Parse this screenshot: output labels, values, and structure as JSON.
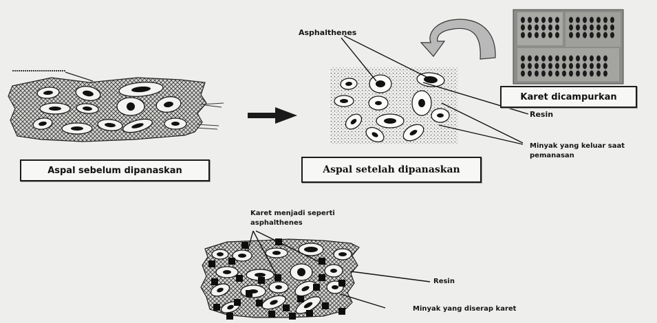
{
  "captions": {
    "before": "Aspal sebelum dipanaskan",
    "after": "Aspal setelah dipanaskan",
    "rubber": "Karet dicampurkan"
  },
  "labels": {
    "asphalthenes": "Asphalthenes",
    "resin_top": "Resin",
    "oil_released_line1": "Minyak yang keluar saat",
    "oil_released_line2": "pemanasan",
    "rubber_like_line1": "Karet menjadi seperti",
    "rubber_like_line2": "asphalthenes",
    "resin_bottom": "Resin",
    "oil_absorbed": "Minyak yang diserap karet"
  },
  "colors": {
    "ink": "#151515",
    "background": "#eeeeec",
    "arrow_grey": "#b9b9b9"
  }
}
